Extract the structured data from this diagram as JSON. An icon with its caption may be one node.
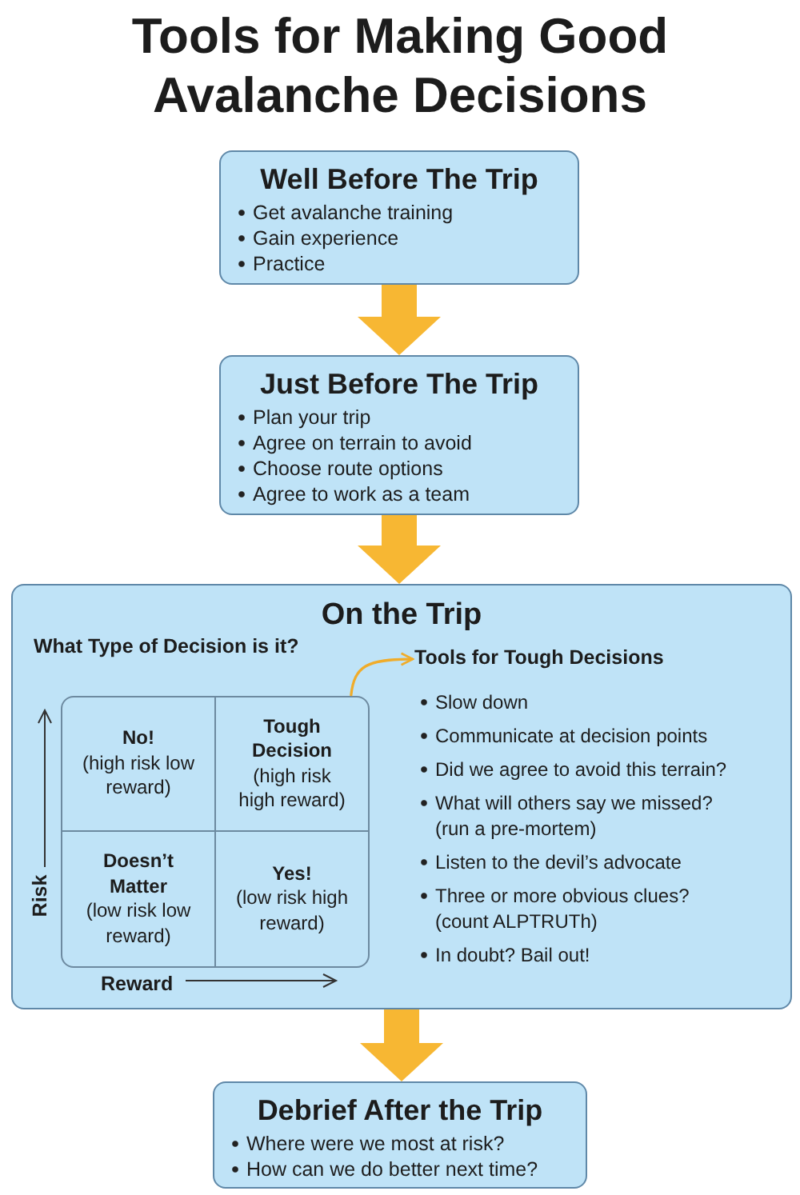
{
  "diagram": {
    "title": "Tools for Making Good Avalanche Decisions",
    "nodes": [
      {
        "text": [
          "Well Before The Trip",
          "Get avalanche training",
          "Gain experience",
          "Practice"
        ]
      },
      {
        "text": [
          "Just Before The Trip",
          "Plan your trip",
          "Agree on terrain to avoid",
          "Choose route options",
          "Agree to work as a team"
        ]
      },
      {
        "text": [
          "On the Trip"
        ]
      },
      {
        "text": [
          "No!",
          "(high risk low reward)"
        ],
        "in": 2
      },
      {
        "text": [
          "Tough Decision",
          "(high risk high reward)"
        ],
        "in": 2
      },
      {
        "text": [
          "Doesn’t Matter",
          "(low risk low reward)"
        ],
        "in": 2
      },
      {
        "text": [
          "Yes!",
          "(low risk high reward)"
        ],
        "in": 2
      },
      {
        "text": [
          "Tools for Tough Decisions",
          "Slow down",
          "Communicate at decision points",
          "Did we agree to avoid this terrain?",
          "What will others say we missed? (run a pre-mortem)",
          "Listen to the devil’s advocate",
          "Three or more obvious clues? (count ALPTRUTh)",
          "In doubt? Bail out!"
        ],
        "in": 2
      },
      {
        "text": [
          "Debrief After the Trip",
          "Where were we most at risk?",
          "How can we do better next time?"
        ]
      }
    ],
    "edges": [
      {
        "from": 0,
        "to": 1,
        "arrow": "to"
      },
      {
        "from": 1,
        "to": 2,
        "arrow": "to"
      },
      {
        "from": 2,
        "to": 8,
        "arrow": "to"
      },
      {
        "from": 4,
        "to": 7,
        "arrow": "to"
      }
    ],
    "labels": [
      "What Type of Decision is it?",
      "Risk",
      "Reward"
    ]
  }
}
